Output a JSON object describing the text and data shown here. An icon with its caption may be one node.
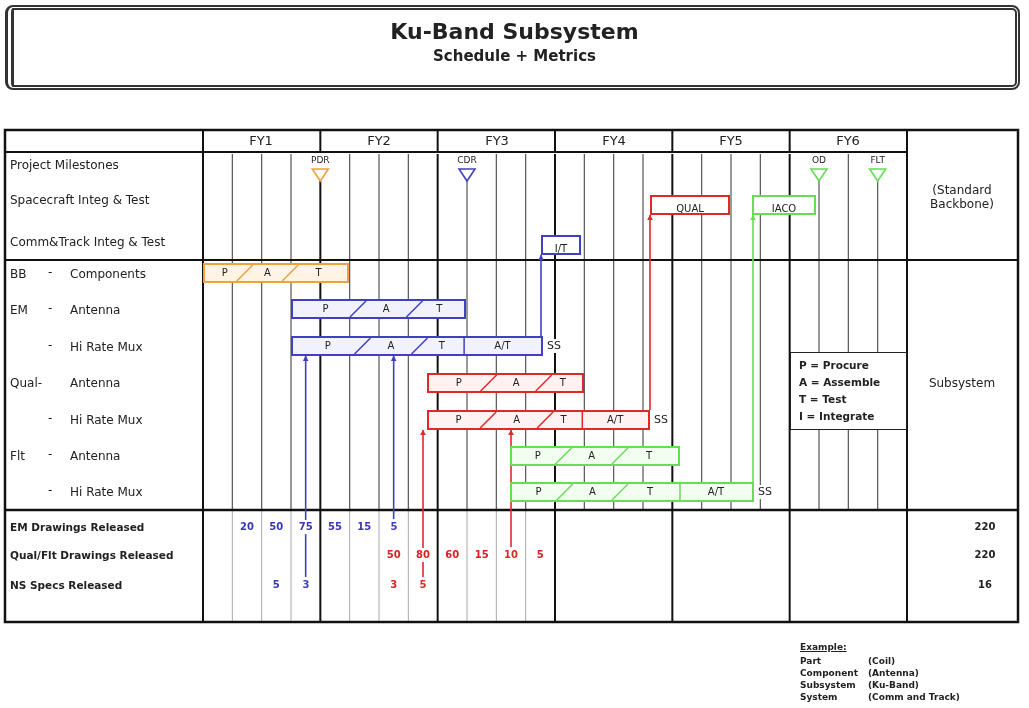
{
  "diagram": {
    "nodes": [
      {
        "text": [
          "Ku-Band Subsystem",
          "Schedule + Metrics"
        ]
      },
      {
        "text": [
          "QUAL"
        ]
      },
      {
        "text": [
          "IACO"
        ]
      },
      {
        "text": [
          "I/T"
        ]
      },
      {
        "text": [
          "P",
          "A",
          "T"
        ]
      },
      {
        "text": [
          "P",
          "A",
          "T"
        ]
      },
      {
        "text": [
          "P",
          "A",
          "T",
          "A/T"
        ],
        "beside": [
          "SS"
        ]
      },
      {
        "text": [
          "P = Procure",
          "A = Assemble",
          "T = Test",
          "I = Integrate"
        ]
      },
      {
        "text": [
          "P",
          "A",
          "T"
        ]
      },
      {
        "text": [
          "P",
          "A",
          "T",
          "A/T"
        ],
        "beside": [
          "SS"
        ]
      },
      {
        "text": [
          "P",
          "A",
          "T"
        ]
      },
      {
        "text": [
          "P",
          "A",
          "T",
          "A/T"
        ],
        "beside": [
          "SS"
        ]
      },
      {
        "text": [
          "5"
        ]
      },
      {
        "text": [
          "10"
        ]
      },
      {
        "text": [
          "3"
        ]
      },
      {
        "text": [
          "5"
        ]
      }
    ],
    "edges": [
      {
        "from": 14,
        "to": 6,
        "arrow": "to",
        "color": "#4040c0"
      },
      {
        "from": 12,
        "to": 6,
        "arrow": "to",
        "color": "#4040c0"
      },
      {
        "from": 6,
        "to": 3,
        "arrow": "to",
        "color": "#4040c0"
      },
      {
        "from": 15,
        "to": 9,
        "arrow": "to",
        "color": "#e02828"
      },
      {
        "from": 13,
        "to": 9,
        "arrow": "to",
        "color": "#e02828"
      },
      {
        "from": 9,
        "to": 1,
        "arrow": "to",
        "color": "#e02828"
      },
      {
        "from": 11,
        "to": 2,
        "arrow": "to",
        "color": "#66dd55"
      }
    ],
    "labels": [
      "FY1",
      "FY2",
      "FY3",
      "FY4",
      "FY5",
      "FY6",
      "Project Milestones",
      "PDR",
      "CDR",
      "OD",
      "FLT",
      "(Standard Backbone)",
      "Spacecraft Integ & Test",
      "Comm&Track Integ & Test",
      "BB",
      "-",
      "Components",
      "EM",
      "-",
      "Antenna",
      "-",
      "Hi Rate Mux",
      "Qual-",
      "Antenna",
      "-",
      "Hi Rate Mux",
      "Flt",
      "-",
      "Antenna",
      "-",
      "Hi Rate Mux",
      "Subsystem",
      "EM Drawings Released",
      "20",
      "50",
      "75",
      "55",
      "15",
      "220",
      "Qual/Flt Drawings Released",
      "50",
      "80",
      "60",
      "15",
      "5",
      "220",
      "NS Specs Released",
      "5",
      "3",
      "16",
      "Example:",
      "Part",
      "(Coil)",
      "Component",
      "(Antenna)",
      "Subsystem",
      "(Ku-Band)",
      "System",
      "(Comm and Track)"
    ]
  }
}
